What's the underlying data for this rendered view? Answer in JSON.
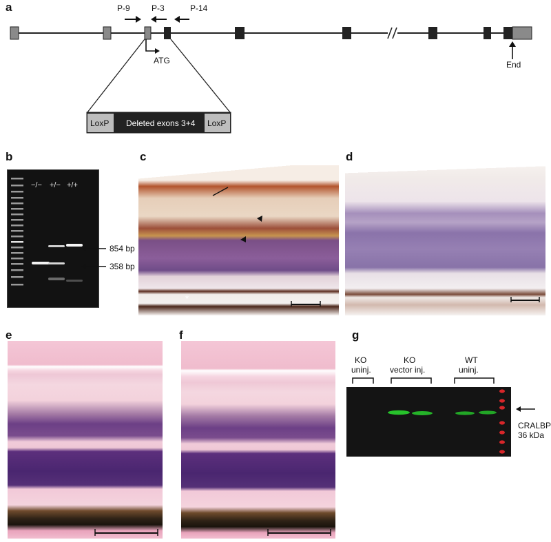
{
  "panels": {
    "a": "a",
    "b": "b",
    "c": "c",
    "d": "d",
    "e": "e",
    "f": "f",
    "g": "g"
  },
  "gene_map": {
    "primers": [
      "P-9",
      "P-3",
      "P-14"
    ],
    "atg_label": "ATG",
    "end_label": "End",
    "construct": {
      "left_loxp": "LoxP",
      "middle": "Deleted exons 3+4",
      "right_loxp": "LoxP"
    }
  },
  "gel": {
    "lanes": [
      "−/−",
      "+/−",
      "+/+"
    ],
    "bands": [
      "854 bp",
      "358 bp"
    ]
  },
  "western": {
    "groups": [
      {
        "line1": "KO",
        "line2": "uninj."
      },
      {
        "line1": "KO",
        "line2": "vector inj."
      },
      {
        "line1": "WT",
        "line2": "uninj."
      }
    ],
    "target_name": "CRALBP",
    "target_size": "36 kDa"
  },
  "colors": {
    "exon_dark": "#222222",
    "exon_utr": "#8a8a8a",
    "gel_bg": "#111111",
    "wb_band": "#27c22b",
    "ladder_red": "#d8262a",
    "he_pink": "#f3c4d5",
    "he_purple": "#6d3c86"
  }
}
